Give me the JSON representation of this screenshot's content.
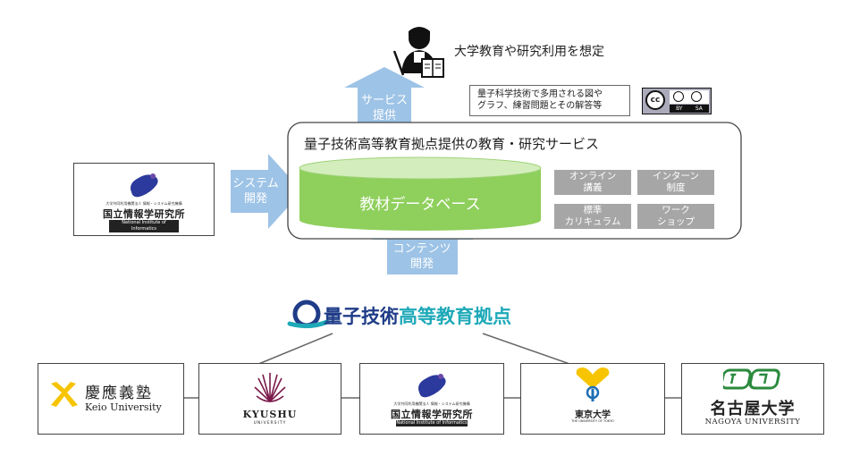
{
  "header": {
    "target_label": "大学教育や研究利用を想定",
    "note_line1": "量子科学技術で多用される図や",
    "note_line2": "グラフ、練習問題とその解答等",
    "license": {
      "cc": "cc",
      "by": "BY",
      "sa": "SA"
    }
  },
  "arrows": {
    "service": [
      "サービス",
      "提供"
    ],
    "system": [
      "システム",
      "開発"
    ],
    "content": [
      "コンテンツ",
      "開発"
    ]
  },
  "hub": {
    "title": "量子技術高等教育拠点提供の教育・研究サービス",
    "database": "教材データベース",
    "tiles": [
      [
        "オンライン",
        "講義"
      ],
      [
        "インターン",
        "制度"
      ],
      [
        "標準",
        "カリキュラム"
      ],
      [
        "ワーク",
        "ショップ"
      ]
    ]
  },
  "nii": {
    "top_line": "大学共同利用機関法人 情報・システム研究機構",
    "name": "国立情報学研究所",
    "english": "National Institute of Informatics"
  },
  "center_logo": {
    "part1": "量子技術",
    "part2": "高等教育拠点"
  },
  "universities": {
    "keio": {
      "name": "慶應義塾",
      "english": "Keio University"
    },
    "kyushu": {
      "name": "KYUSHU",
      "sub": "UNIVERSITY"
    },
    "tokyo": {
      "name": "東京大学",
      "english": "THE UNIVERSITY OF TOKYO"
    },
    "nagoya": {
      "name": "名古屋大学",
      "english": "NAGOYA UNIVERSITY"
    }
  },
  "colors": {
    "arrow_blue": "#9dc3e6",
    "db_green": "#8fcf5c",
    "tile_grey": "#a6a6a6",
    "logo_blue": "#1f3c88",
    "logo_teal": "#1ea9b8"
  }
}
